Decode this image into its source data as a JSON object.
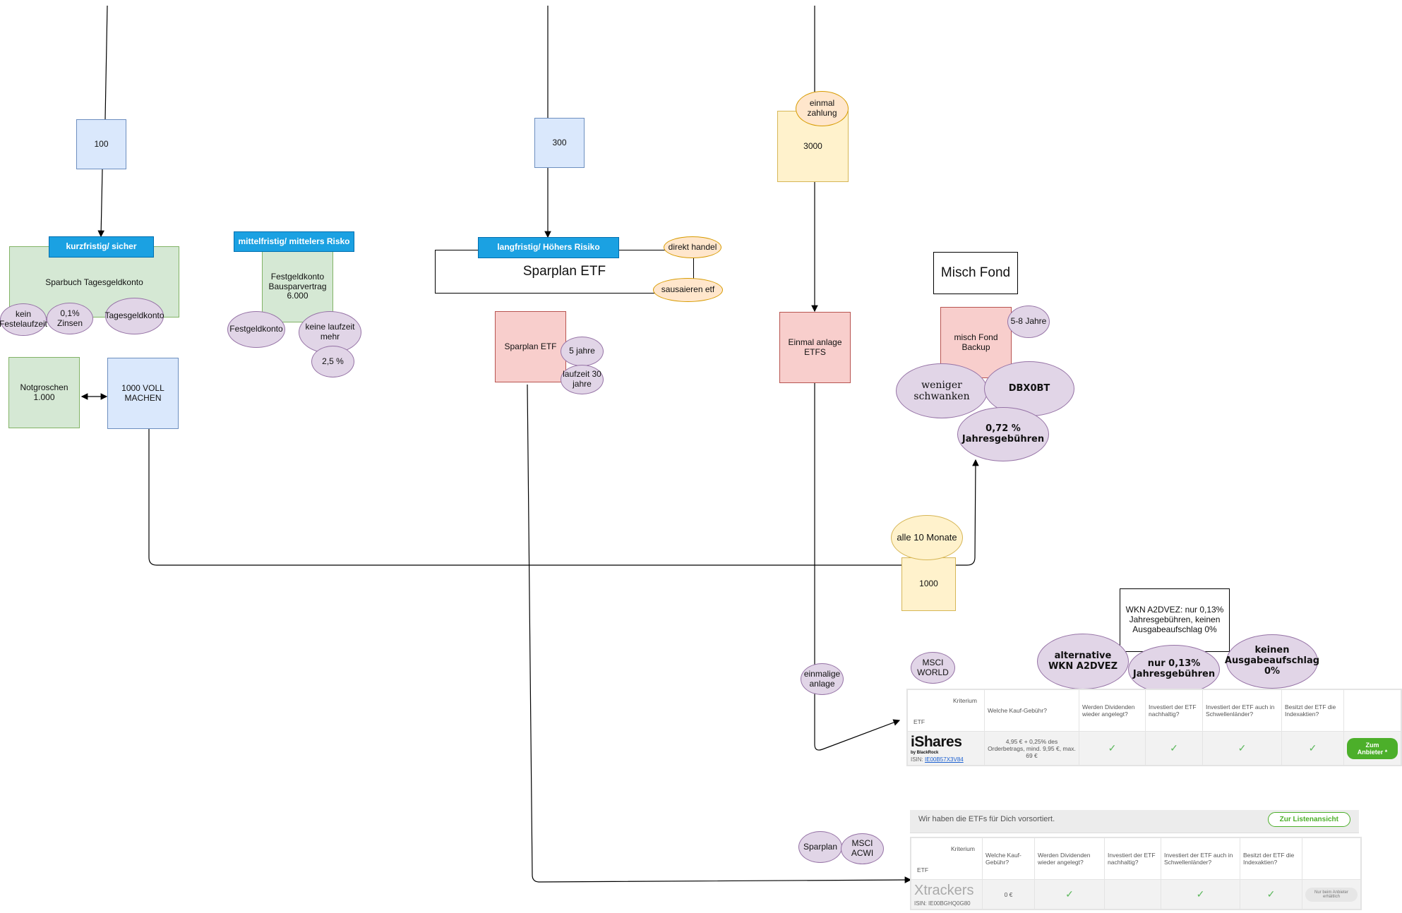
{
  "nodes": {
    "box_100": "100",
    "box_300": "300",
    "box_3000": "3000",
    "einmal_zahlung": "einmal\nzahlung",
    "header_kurzfristig": "kurzfristig/ sicher",
    "sparbuch": "Sparbuch Tagesgeldkonto",
    "kein_festelaufzeit": "kein\nFestelaufzeit",
    "zinsen": "0,1%\nZinsen",
    "tagesgeldkonto": "Tagesgeldkonto",
    "header_mittelfristig": "mittelfristig/ mittelers Risko",
    "festgeldkonto_box": "Festgeldkonto\nBausparvertrag\n6.000",
    "festgeldkonto": "Festgeldkonto",
    "keine_laufzeit": "keine laufzeit\nmehr",
    "prozent_2_5": "2,5 %",
    "header_langfristig": "langfristig/ Höhers Risiko",
    "sparplan_etf_title": "Sparplan ETF",
    "direkt_handel": "direkt handel",
    "sausaieren_etf": "sausaieren etf",
    "sparplan_etf_box": "Sparplan   ETF",
    "fuenf_jahre": "5 jahre",
    "laufzeit_30": "laufzeit 30\njahre",
    "notgroschen": "Notgroschen\n1.000",
    "voll_machen": "1000 VOLL\nMACHEN",
    "misch_fond_title": "Misch Fond",
    "misch_fond_backup": "misch Fond\nBackup",
    "jahre_5_8": "5-8 Jahre",
    "weniger_schwanken": "weniger schwanken",
    "dbx0bt": "DBX0BT",
    "jahresgebuehren_072": "0,72 %\nJahresgebühren",
    "einmal_anlage_etfs": "Einmal anlage\nETFS",
    "alle_10_monate": "alle 10 Monate",
    "box_1000": "1000",
    "wkn_note": "WKN A2DVEZ: nur 0,13%\nJahresgebühren, keinen\nAusgabeaufschlag 0%",
    "alternative_wkn": "alternative\nWKN A2DVEZ",
    "nur_013": "nur 0,13%\nJahresgebühren",
    "keinen_ausgabe": "keinen\nAusgabeaufschlag\n0%",
    "msci_world": "MSCI\nWORLD",
    "einmalige_anlage": "einmalige\nanlage",
    "sparplan": "Sparplan",
    "msci_acwi": "MSCI\nACWI"
  },
  "table1": {
    "kriterium": "Kriterium",
    "etf": "ETF",
    "headers": [
      "Welche Kauf-Gebühr?",
      "Werden Dividenden wieder angelegt?",
      "Investiert der ETF nachhaltig?",
      "Investiert der ETF auch in Schwellenländer?",
      "Besitzt der ETF die Indexaktien?"
    ],
    "brand": "iShares",
    "brand_sub": "by BlackRock",
    "isin_label": "ISIN:",
    "isin": "IE00B57X3V84",
    "fee": "4,95 € + 0,25% des Orderbetrags, mind. 9,95 €, max. 69 €",
    "checks": [
      "✓",
      "✓",
      "✓",
      "✓"
    ],
    "button": "Zum Anbieter *"
  },
  "table2": {
    "intro": "Wir haben die ETFs für Dich vorsortiert.",
    "list_button": "Zur Listenansicht",
    "kriterium": "Kriterium",
    "etf": "ETF",
    "headers": [
      "Welche Kauf-Gebühr?",
      "Werden Dividenden wieder angelegt?",
      "Investiert der ETF nachhaltig?",
      "Investiert der ETF auch in Schwellenländer?",
      "Besitzt der ETF die Indexaktien?"
    ],
    "brand": "Xtrackers",
    "isin": "ISIN: IE00BGHQ0G80",
    "fee": "0 €",
    "checks": [
      "✓",
      "",
      "✓",
      "✓"
    ],
    "button": "Nur beim Anbieter erhältlich"
  }
}
